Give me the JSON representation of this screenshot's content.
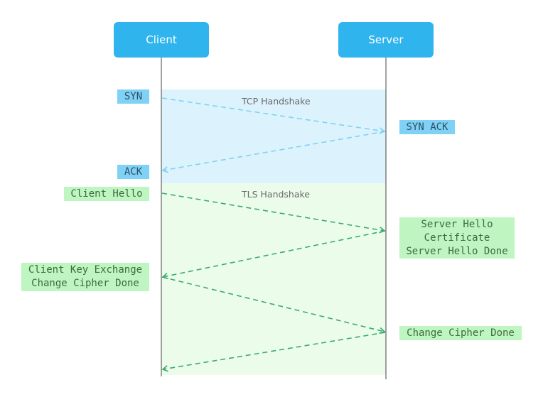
{
  "actors": {
    "client": "Client",
    "server": "Server"
  },
  "sections": {
    "tcp": "TCP Handshake",
    "tls": "TLS Handshake"
  },
  "messages": {
    "syn": "SYN",
    "syn_ack": "SYN ACK",
    "ack": "ACK",
    "client_hello": "Client Hello",
    "server_hello": [
      "Server Hello",
      "Certificate",
      "Server Hello Done"
    ],
    "client_key_exchange": [
      "Client Key Exchange",
      "Change Cipher Done"
    ],
    "server_change_cipher": "Change Cipher Done"
  },
  "colors": {
    "actor": "#2fb4ee",
    "tcp_region": "#dcf2fd",
    "tls_region": "#ebfdea",
    "tcp_arrow": "#7fd2f5",
    "tls_arrow": "#3daa6e",
    "lifeline": "#444444"
  }
}
